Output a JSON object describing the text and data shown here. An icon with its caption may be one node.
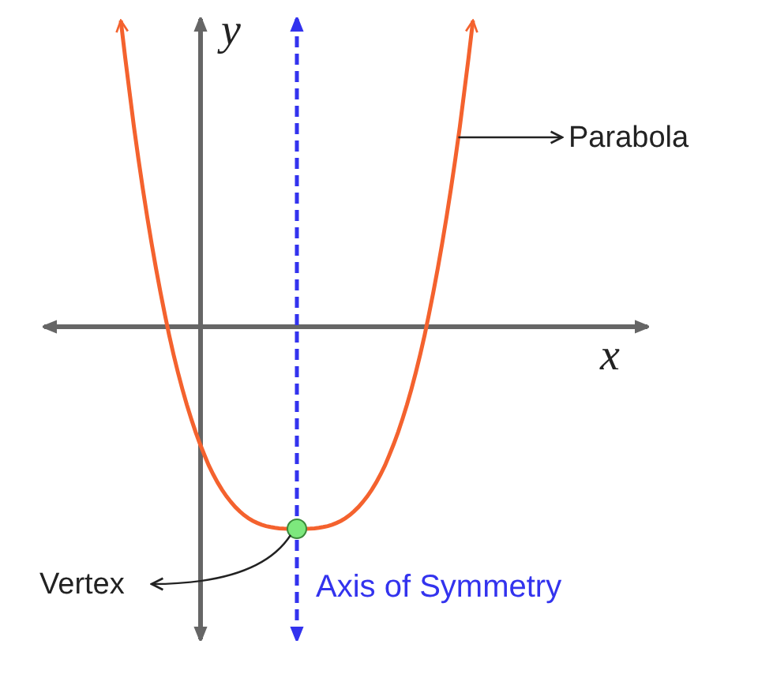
{
  "diagram": {
    "nodes": [
      {
        "text": [
          "Parabola"
        ]
      },
      {
        "text": [],
        "shape": "curve"
      },
      {
        "text": [
          "Vertex"
        ]
      },
      {
        "text": [],
        "shape": "circle"
      }
    ],
    "edges": [
      {
        "from": 1,
        "to": 0,
        "arrow": "to"
      },
      {
        "from": 3,
        "to": 2,
        "arrow": "to"
      }
    ],
    "labels": [
      "y",
      "x",
      "Axis of Symmetry"
    ]
  }
}
